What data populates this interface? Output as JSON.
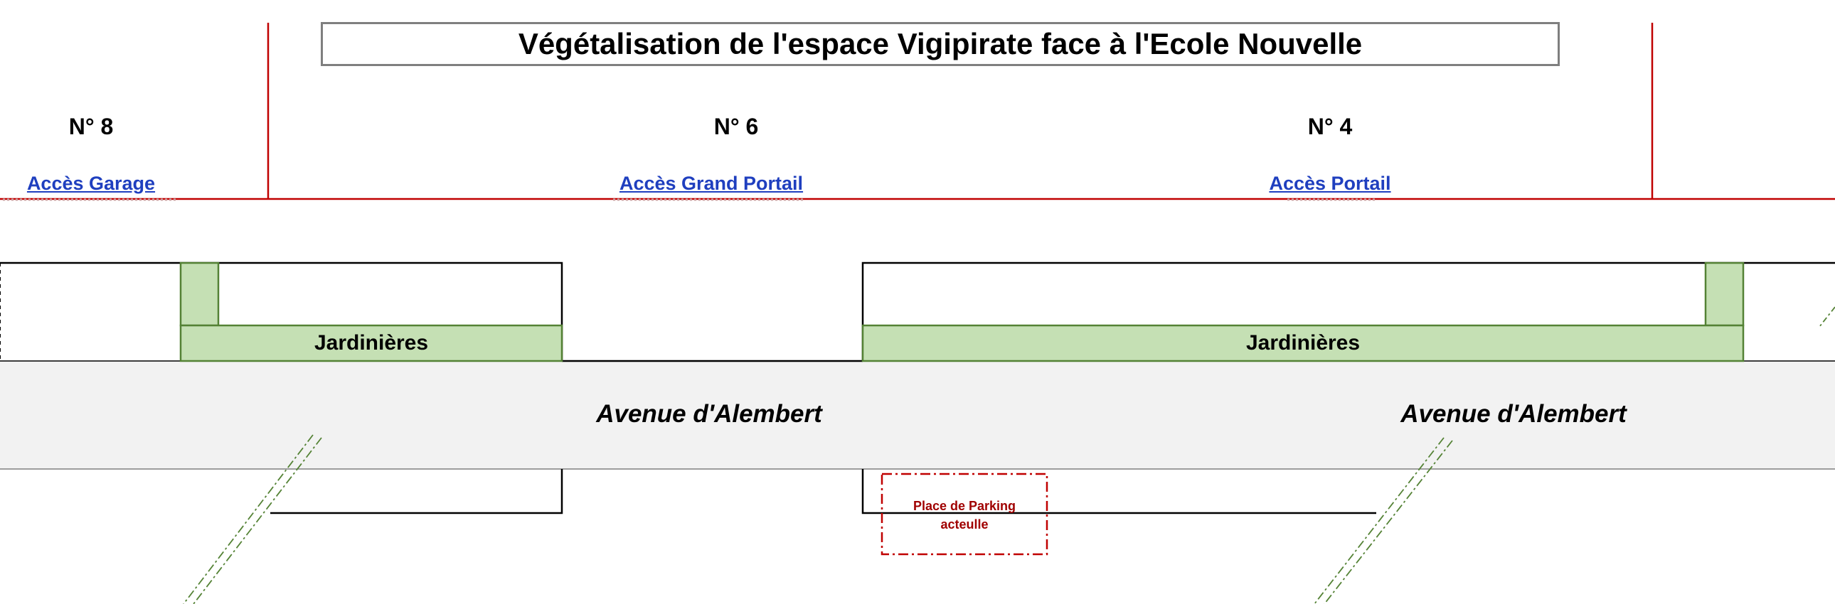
{
  "title": "Végétalisation de l'espace Vigipirate face à l'Ecole Nouvelle",
  "house_numbers": [
    "N° 8",
    "N° 6",
    "N° 4"
  ],
  "accesses": [
    "Accès Garage",
    "Accès Grand Portail",
    "Accès Portail"
  ],
  "planters": [
    "Jardinières",
    "Jardinières"
  ],
  "street_labels": [
    "Avenue d'Alembert",
    "Avenue d'Alembert"
  ],
  "parking": {
    "line1": "Place de Parking",
    "line2": "acteulle"
  },
  "colors": {
    "property_line": "#c00000",
    "access_text": "#1f3fbf",
    "planter_fill": "#c5e0b4",
    "planter_border": "#548235",
    "road_fill": "#f2f2f2",
    "parking_text": "#a00000"
  }
}
